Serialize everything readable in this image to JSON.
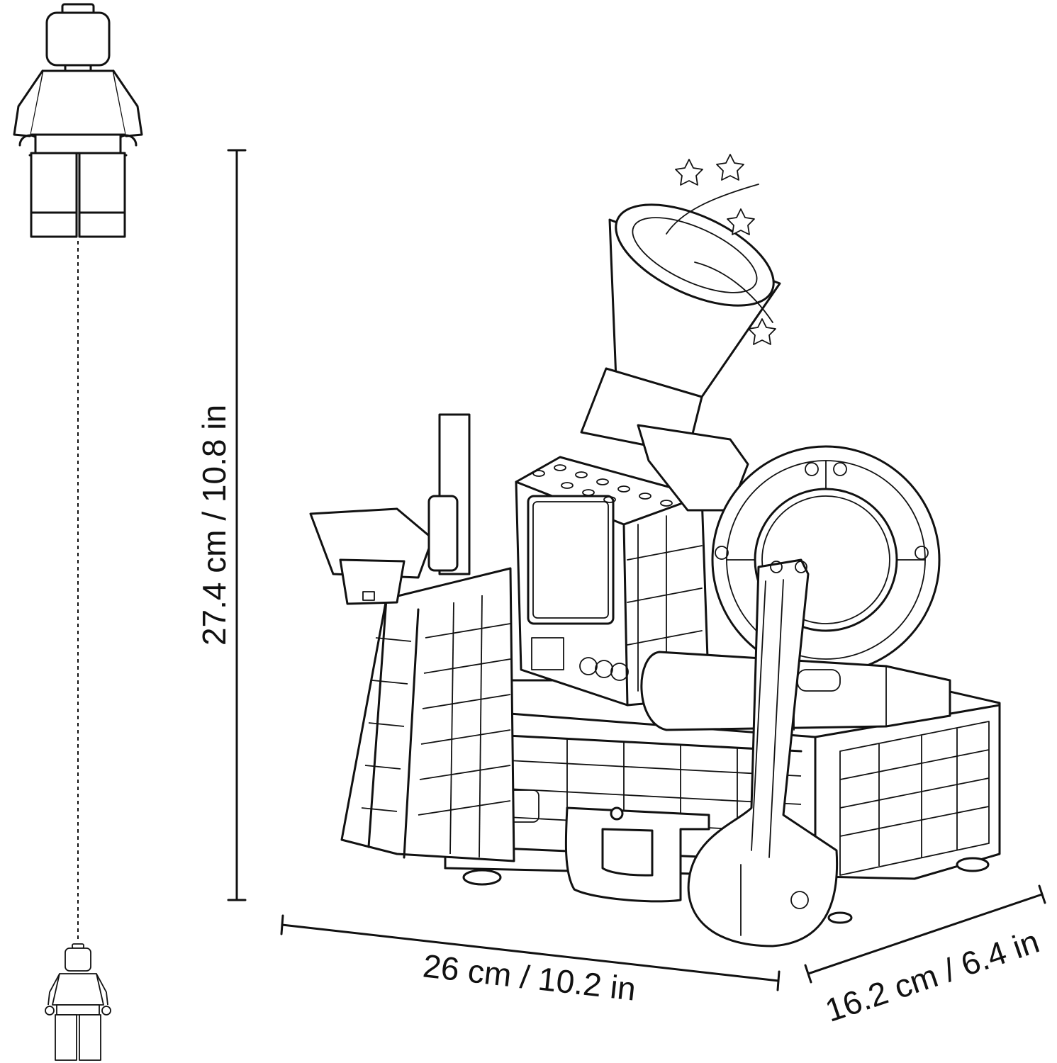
{
  "dimensions": {
    "height_label": "27.4 cm / 10.8 in",
    "width_label": "26 cm / 10.2 in",
    "depth_label": "16.2 cm / 6.4 in"
  },
  "colors": {
    "line": "#111111",
    "background": "#ffffff"
  },
  "icons": {
    "large_figure": "minifigure-outline-large",
    "small_figure": "minifigure-outline-small",
    "model": "lego-model-line-drawing"
  }
}
